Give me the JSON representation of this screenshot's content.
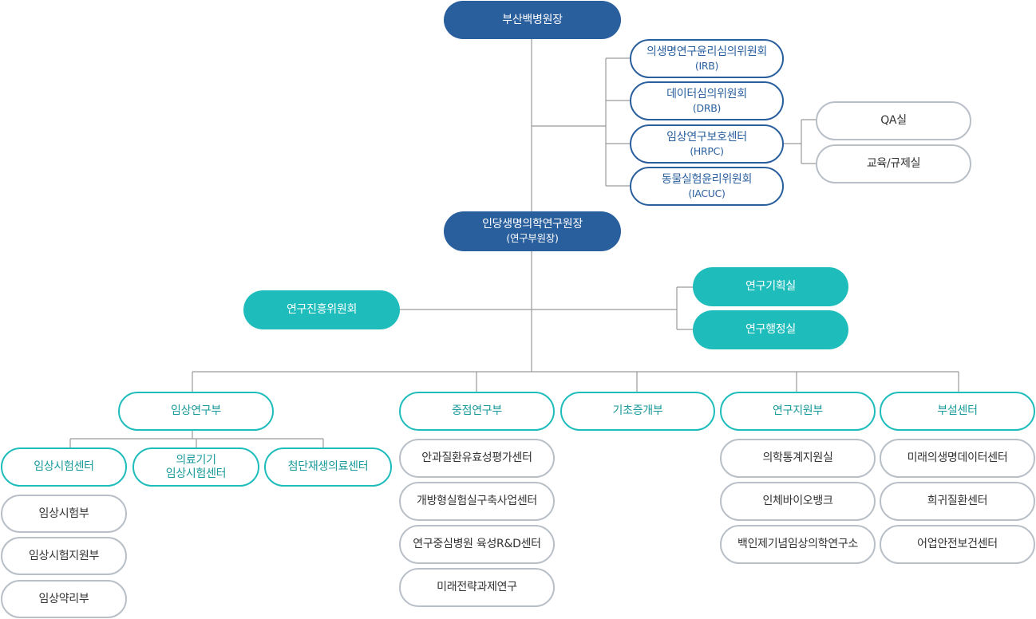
{
  "top": {
    "title": "부산백병원장"
  },
  "committees": [
    {
      "name": "의생명연구윤리심의위원회",
      "abbr": "(IRB)"
    },
    {
      "name": "데이터심의위원회",
      "abbr": "(DRB)"
    },
    {
      "name": "임상연구보호센터",
      "abbr": "(HRPC)"
    },
    {
      "name": "동물실험윤리위원회",
      "abbr": "(IACUC)"
    }
  ],
  "hrpc_units": [
    "QA실",
    "교육/규제실"
  ],
  "institute": {
    "title": "인당생명의학연구원장",
    "sub": "(연구부원장)"
  },
  "promotion_committee": "연구진흥위원회",
  "offices": [
    "연구기획실",
    "연구행정실"
  ],
  "divisions": [
    "임상연구부",
    "중점연구부",
    "기초증개부",
    "연구지원부",
    "부설센터"
  ],
  "clinical_centers": [
    {
      "line1": "임상시험센터",
      "line2": ""
    },
    {
      "line1": "의료기기",
      "line2": "임상시험센터"
    },
    {
      "line1": "첨단재생의료센터",
      "line2": ""
    }
  ],
  "clinical_trial_units": [
    "임상시험부",
    "임상시험지원부",
    "임상약리부"
  ],
  "focus_units": [
    "안과질환유효성평가센터",
    "개방형실험실구축사업센터",
    "연구중심병원 육성R&D센터",
    "미래전략과제연구"
  ],
  "support_units": [
    "의학통계지원실",
    "인체바이오뱅크",
    "백인제기념임상의학연구소"
  ],
  "affiliated_units": [
    "미래의생명데이터센터",
    "희귀질환센터",
    "어업안전보건센터"
  ]
}
